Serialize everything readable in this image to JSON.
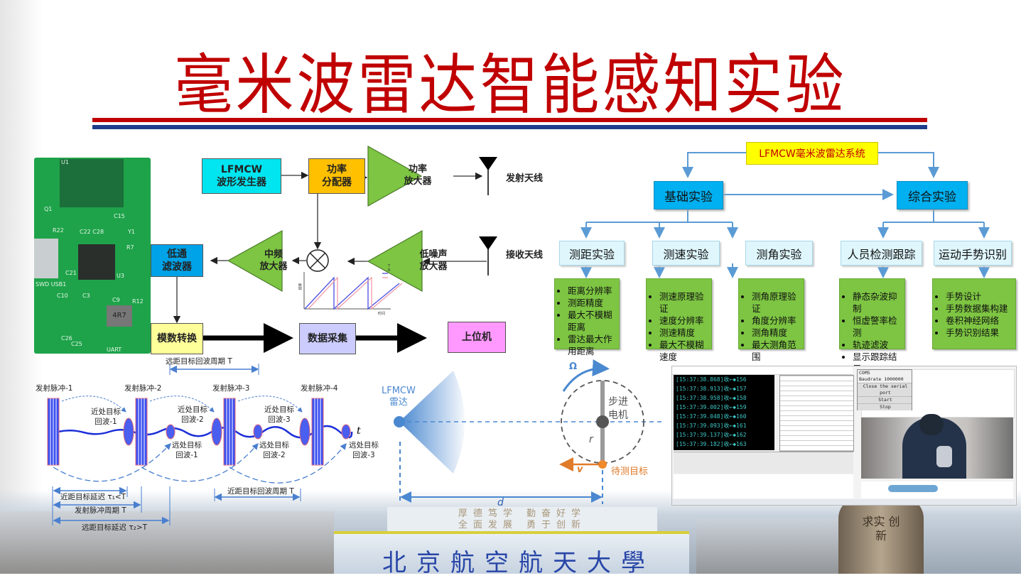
{
  "slide": {
    "title": "毫米波雷达智能感知实验",
    "colors": {
      "title": "#c00000",
      "rule_red": "#c00000",
      "rule_blue": "#1f3d8a"
    }
  },
  "pcb": {
    "labels": [
      "U1",
      "Q1",
      "R22",
      "C22 C28",
      "SWD USB1",
      "C21",
      "U3",
      "R7",
      "C10",
      "C3",
      "C9",
      "R12",
      "4R7",
      "C26",
      "C25",
      "UART",
      "Y1",
      "C15"
    ]
  },
  "block_diagram": {
    "waveform_generator": {
      "line1": "LFMCW",
      "line2": "波形发生器"
    },
    "power_splitter": {
      "line1": "功率",
      "line2": "分配器"
    },
    "power_amp": {
      "line1": "功率",
      "line2": "放大器"
    },
    "tx_antenna": "发射天线",
    "rx_antenna": "接收天线",
    "lna": {
      "line1": "低噪声",
      "line2": "放大器"
    },
    "if_amp": {
      "line1": "中频",
      "line2": "放大器"
    },
    "lpf": {
      "line1": "低通",
      "line2": "滤波器"
    },
    "adc": "模数转换",
    "daq": "数据采集",
    "host": "上位机",
    "chirp_legend": [
      "T",
      "R"
    ],
    "chirp_xlabel": "时间",
    "chirp_ylabel": "频率",
    "colors": {
      "waveform_generator": "#00e5f0",
      "power_splitter": "#ffc000",
      "amp": "#7dc542",
      "lpf": "#00a2e8",
      "adc": "#ffff99",
      "daq": "#ccccff",
      "host": "#ff99ff"
    }
  },
  "tree": {
    "root": "LFMCW毫米波雷达系统",
    "basic": "基础实验",
    "comprehensive": "综合实验",
    "experiments": [
      {
        "name": "测距实验",
        "items": [
          "距离分辨率",
          "测距精度",
          "最大不模糊距离",
          "雷达最大作用距离"
        ]
      },
      {
        "name": "测速实验",
        "items": [
          "测速原理验证",
          "速度分辨率",
          "测速精度",
          "最大不模糊速度"
        ]
      },
      {
        "name": "测角实验",
        "items": [
          "测角原理验证",
          "角度分辨率",
          "测角精度",
          "最大测角范围"
        ]
      },
      {
        "name": "人员检测跟踪",
        "items": [
          "静态杂波抑制",
          "恒虚警率检测",
          "轨迹滤波",
          "显示跟踪结果"
        ]
      },
      {
        "name": "运动手势识别",
        "items": [
          "手势设计",
          "手势数据集构建",
          "卷积神经网络",
          "手势识别结果"
        ]
      }
    ]
  },
  "pulse_diagram": {
    "pulses": [
      "发射脉冲-1",
      "发射脉冲-2",
      "发射脉冲-3",
      "发射脉冲-4"
    ],
    "near_echoes": [
      {
        "l1": "近处目标",
        "l2": "回波-1"
      },
      {
        "l1": "近处目标",
        "l2": "回波-2"
      },
      {
        "l1": "近处目标",
        "l2": "回波-3"
      }
    ],
    "far_echoes": [
      {
        "l1": "远处目标",
        "l2": "回波-1"
      },
      {
        "l1": "远处目标",
        "l2": "回波-2"
      },
      {
        "l1": "远处目标",
        "l2": "回波-3"
      }
    ],
    "far_period_top": "远距目标回波周期 T",
    "near_delay": "近距目标延迟 τ₁<T",
    "pulse_period": "发射脉冲周期 T",
    "far_delay": "远距目标延迟 τ₂>T",
    "near_period": "近距目标回波周期 T",
    "axis": "t"
  },
  "geometry_diagram": {
    "radar_l1": "LFMCW",
    "radar_l2": "雷达",
    "omega": "Ω",
    "motor_l1": "步进",
    "motor_l2": "电机",
    "radius": "r",
    "velocity": "v",
    "target": "待测目标",
    "distance": "d"
  },
  "screenshot": {
    "log_lines": [
      "[15:37:38.868]收←◆156",
      "[15:37:38.913]收←◆157",
      "[15:37:38.958]收←◆158",
      "[15:37:39.002]收←◆159",
      "[15:37:39.048]收←◆160",
      "[15:37:39.093]收←◆161",
      "[15:37:39.137]收←◆162",
      "[15:37:39.182]收←◆163"
    ],
    "serial_panel": {
      "port_label": "COM5",
      "baud_label": "Baudrate",
      "baud_value": "1000000",
      "close_button": "Close the serial port",
      "start_button": "Start",
      "stop_button": "Stop"
    }
  },
  "campus": {
    "school_name": "北京航空航天大學",
    "motto_l1": "厚德笃学 勤奋好学",
    "motto_l2": "全面发展 勇于创新",
    "statue_text": "求实 创新"
  }
}
